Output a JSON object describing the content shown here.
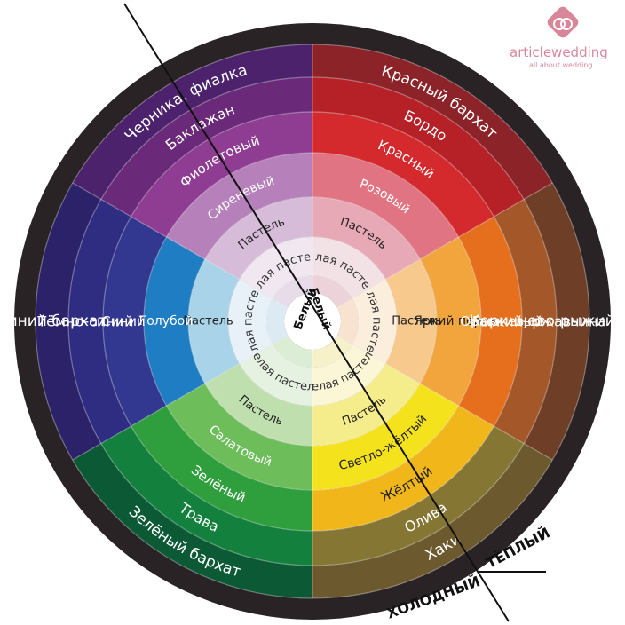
{
  "brand": {
    "name": "articlewedding",
    "tagline": "all about wedding"
  },
  "side_labels": {
    "warm": "ТЁПЛЫЙ",
    "cold": "ХОЛОДНЫЙ"
  },
  "sectors": [
    {
      "id": "red",
      "from": 0,
      "to": 60,
      "rings": [
        {
          "label": "",
          "color": "#ecd3da"
        },
        {
          "label": "Белая пастель",
          "color": "#f2e2e6"
        },
        {
          "label": "Пастель",
          "color": "#e7a9b5"
        },
        {
          "label": "Розовый",
          "color": "#e07482"
        },
        {
          "label": "Красный",
          "color": "#d42a2e"
        },
        {
          "label": "Бордо",
          "color": "#b52126"
        },
        {
          "label": "Красный бархат",
          "color": "#8c2329"
        }
      ]
    },
    {
      "id": "orange",
      "from": 60,
      "to": 120,
      "rings": [
        {
          "label": "",
          "color": "#f7e3cf"
        },
        {
          "label": "Белая пастель",
          "color": "#fbeedd"
        },
        {
          "label": "Пастель",
          "color": "#f7c98d"
        },
        {
          "label": "Яркий персик",
          "color": "#f2a43d"
        },
        {
          "label": "Оранжевый",
          "color": "#e56f1c"
        },
        {
          "label": "Рыжий, ржавчина",
          "color": "#a4582a"
        },
        {
          "label": "Коричнево-рыжий кирпич",
          "color": "#6f3e26"
        }
      ]
    },
    {
      "id": "yellow",
      "from": 120,
      "to": 180,
      "rings": [
        {
          "label": "",
          "color": "#f6f1c9"
        },
        {
          "label": "Белая пастель",
          "color": "#fbf6d6"
        },
        {
          "label": "Пастель",
          "color": "#f5ec8b"
        },
        {
          "label": "Светло-жёлтый",
          "color": "#f4e21d"
        },
        {
          "label": "Жёлтый",
          "color": "#f1b619"
        },
        {
          "label": "Олива",
          "color": "#857733"
        },
        {
          "label": "Хаки",
          "color": "#6c5a2e"
        }
      ]
    },
    {
      "id": "green",
      "from": 180,
      "to": 240,
      "rings": [
        {
          "label": "",
          "color": "#dcedd5"
        },
        {
          "label": "Белая пастель",
          "color": "#e6f2e1"
        },
        {
          "label": "Пастель",
          "color": "#bfe0ae"
        },
        {
          "label": "Салатовый",
          "color": "#6dbd5a"
        },
        {
          "label": "Зелёный",
          "color": "#2f9e3d"
        },
        {
          "label": "Трава",
          "color": "#13803d"
        },
        {
          "label": "Зелёный бархат",
          "color": "#0b5a35"
        }
      ]
    },
    {
      "id": "blue",
      "from": 240,
      "to": 300,
      "rings": [
        {
          "label": "",
          "color": "#dcebf3"
        },
        {
          "label": "Белая пастель",
          "color": "#e7f1f7"
        },
        {
          "label": "Пастель",
          "color": "#a8d3e8"
        },
        {
          "label": "Голубой",
          "color": "#1f7dc3"
        },
        {
          "label": "Синий",
          "color": "#32388f"
        },
        {
          "label": "Тёмно-синий",
          "color": "#2e2d82"
        },
        {
          "label": "Синий бархат",
          "color": "#2b226a"
        }
      ]
    },
    {
      "id": "violet",
      "from": 300,
      "to": 360,
      "rings": [
        {
          "label": "",
          "color": "#e8dcea"
        },
        {
          "label": "Белая пастель",
          "color": "#f0e7f1"
        },
        {
          "label": "Пастель",
          "color": "#d7bcd9"
        },
        {
          "label": "Сиреневый",
          "color": "#b681ba"
        },
        {
          "label": "Фиолетовый",
          "color": "#8e3d93"
        },
        {
          "label": "Баклажан",
          "color": "#6a2a79"
        },
        {
          "label": "Черника, фиалка",
          "color": "#4b226b"
        }
      ]
    }
  ],
  "center": {
    "labels": [
      "Белый",
      "Белый"
    ],
    "color": "#ffffff"
  },
  "colors": {
    "outer_border": "#2a2326",
    "divider": "#ffffff",
    "axis_line": "#111111",
    "logo": "#d9869a"
  }
}
